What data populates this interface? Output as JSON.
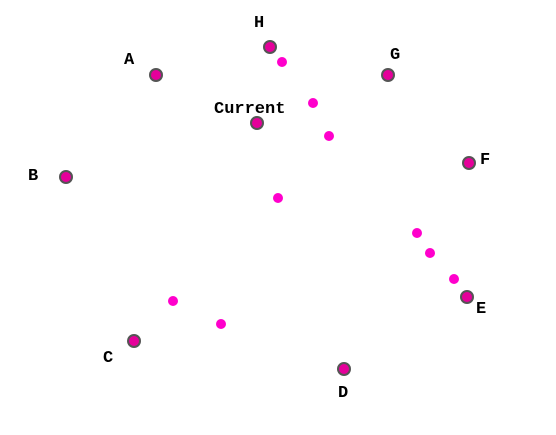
{
  "board": {
    "colors": {
      "background": "#ffffff",
      "node_fill": "#e5009a",
      "node_stroke": "#555555",
      "dot_fill": "#ff00cc",
      "label": "#000000"
    },
    "nodes": [
      {
        "id": "H",
        "label": "H"
      },
      {
        "id": "A",
        "label": "A"
      },
      {
        "id": "G",
        "label": "G"
      },
      {
        "id": "current",
        "label": "Current"
      },
      {
        "id": "B",
        "label": "B"
      },
      {
        "id": "F",
        "label": "F"
      },
      {
        "id": "E",
        "label": "E"
      },
      {
        "id": "C",
        "label": "C"
      },
      {
        "id": "D",
        "label": "D"
      }
    ],
    "dot_count": 9
  }
}
